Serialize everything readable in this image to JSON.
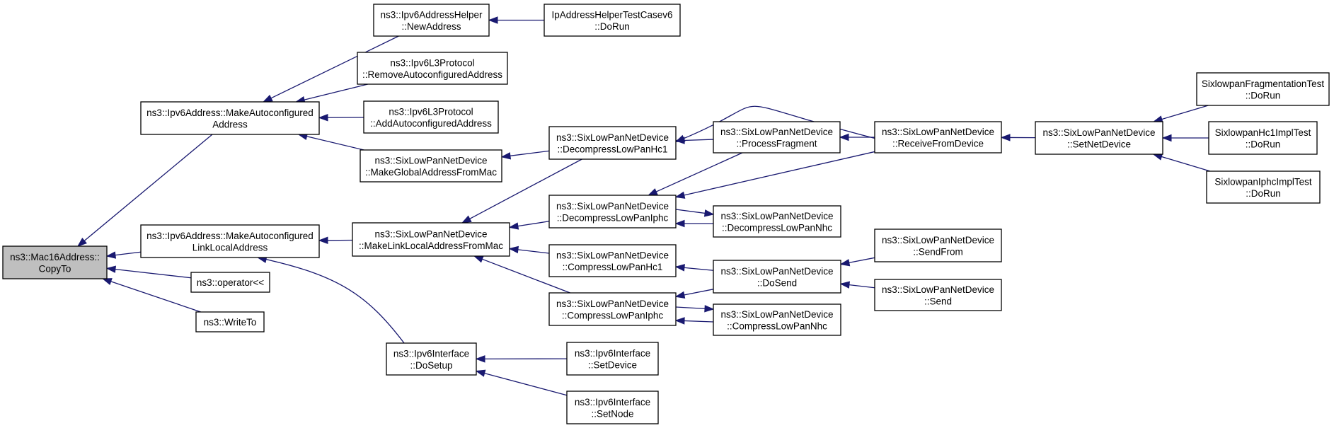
{
  "colors": {
    "edge": "#191970",
    "root_fill": "#bfbfbf",
    "node_fill": "#ffffff",
    "node_border": "#000000"
  },
  "nodes": [
    {
      "id": "root",
      "lines": [
        "ns3::Mac16Address::",
        "CopyTo"
      ]
    },
    {
      "id": "makeAuto",
      "lines": [
        "ns3::Ipv6Address::MakeAutoconfigured",
        "Address"
      ]
    },
    {
      "id": "makeAutoLL",
      "lines": [
        "ns3::Ipv6Address::MakeAutoconfigured",
        "LinkLocalAddress"
      ]
    },
    {
      "id": "opLL",
      "lines": [
        "ns3::operator<<"
      ]
    },
    {
      "id": "writeTo",
      "lines": [
        "ns3::WriteTo"
      ]
    },
    {
      "id": "helperNew",
      "lines": [
        "ns3::Ipv6AddressHelper",
        "::NewAddress"
      ]
    },
    {
      "id": "l3Remove",
      "lines": [
        "ns3::Ipv6L3Protocol",
        "::RemoveAutoconfiguredAddress"
      ]
    },
    {
      "id": "l3Add",
      "lines": [
        "ns3::Ipv6L3Protocol",
        "::AddAutoconfiguredAddress"
      ]
    },
    {
      "id": "makeGlobal",
      "lines": [
        "ns3::SixLowPanNetDevice",
        "::MakeGlobalAddressFromMac"
      ]
    },
    {
      "id": "makeLL",
      "lines": [
        "ns3::SixLowPanNetDevice",
        "::MakeLinkLocalAddressFromMac"
      ]
    },
    {
      "id": "ifDoSetup",
      "lines": [
        "ns3::Ipv6Interface",
        "::DoSetup"
      ]
    },
    {
      "id": "helperTest",
      "lines": [
        "IpAddressHelperTestCasev6",
        "::DoRun"
      ]
    },
    {
      "id": "decHc1",
      "lines": [
        "ns3::SixLowPanNetDevice",
        "::DecompressLowPanHc1"
      ]
    },
    {
      "id": "decIphc",
      "lines": [
        "ns3::SixLowPanNetDevice",
        "::DecompressLowPanIphc"
      ]
    },
    {
      "id": "compHc1",
      "lines": [
        "ns3::SixLowPanNetDevice",
        "::CompressLowPanHc1"
      ]
    },
    {
      "id": "compIphc",
      "lines": [
        "ns3::SixLowPanNetDevice",
        "::CompressLowPanIphc"
      ]
    },
    {
      "id": "ifSetDevice",
      "lines": [
        "ns3::Ipv6Interface",
        "::SetDevice"
      ]
    },
    {
      "id": "ifSetNode",
      "lines": [
        "ns3::Ipv6Interface",
        "::SetNode"
      ]
    },
    {
      "id": "procFrag",
      "lines": [
        "ns3::SixLowPanNetDevice",
        "::ProcessFragment"
      ]
    },
    {
      "id": "decNhc",
      "lines": [
        "ns3::SixLowPanNetDevice",
        "::DecompressLowPanNhc"
      ]
    },
    {
      "id": "doSend",
      "lines": [
        "ns3::SixLowPanNetDevice",
        "::DoSend"
      ]
    },
    {
      "id": "compNhc",
      "lines": [
        "ns3::SixLowPanNetDevice",
        "::CompressLowPanNhc"
      ]
    },
    {
      "id": "recvFrom",
      "lines": [
        "ns3::SixLowPanNetDevice",
        "::ReceiveFromDevice"
      ]
    },
    {
      "id": "sendFrom",
      "lines": [
        "ns3::SixLowPanNetDevice",
        "::SendFrom"
      ]
    },
    {
      "id": "send",
      "lines": [
        "ns3::SixLowPanNetDevice",
        "::Send"
      ]
    },
    {
      "id": "setNetDev",
      "lines": [
        "ns3::SixLowPanNetDevice",
        "::SetNetDevice"
      ]
    },
    {
      "id": "fragTest",
      "lines": [
        "SixlowpanFragmentationTest",
        "::DoRun"
      ]
    },
    {
      "id": "hc1Test",
      "lines": [
        "SixlowpanHc1ImplTest",
        "::DoRun"
      ]
    },
    {
      "id": "iphcTest",
      "lines": [
        "SixlowpanIphcImplTest",
        "::DoRun"
      ]
    }
  ],
  "edges": [
    [
      "makeAuto",
      "root"
    ],
    [
      "makeAutoLL",
      "root"
    ],
    [
      "opLL",
      "root"
    ],
    [
      "writeTo",
      "root"
    ],
    [
      "helperNew",
      "makeAuto"
    ],
    [
      "l3Remove",
      "makeAuto"
    ],
    [
      "l3Add",
      "makeAuto"
    ],
    [
      "makeGlobal",
      "makeAuto"
    ],
    [
      "helperTest",
      "helperNew"
    ],
    [
      "decHc1",
      "makeGlobal"
    ],
    [
      "makeLL",
      "makeAutoLL"
    ],
    [
      "ifDoSetup",
      "makeAutoLL"
    ],
    [
      "decHc1",
      "makeLL"
    ],
    [
      "decIphc",
      "makeLL"
    ],
    [
      "compHc1",
      "makeLL"
    ],
    [
      "compIphc",
      "makeLL"
    ],
    [
      "ifSetDevice",
      "ifDoSetup"
    ],
    [
      "ifSetNode",
      "ifDoSetup"
    ],
    [
      "procFrag",
      "decHc1"
    ],
    [
      "recvFrom",
      "decHc1"
    ],
    [
      "procFrag",
      "decIphc"
    ],
    [
      "recvFrom",
      "decIphc"
    ],
    [
      "decNhc",
      "decIphc"
    ],
    [
      "decIphc",
      "decNhc"
    ],
    [
      "doSend",
      "compHc1"
    ],
    [
      "doSend",
      "compIphc"
    ],
    [
      "compNhc",
      "compIphc"
    ],
    [
      "compIphc",
      "compNhc"
    ],
    [
      "recvFrom",
      "procFrag"
    ],
    [
      "sendFrom",
      "doSend"
    ],
    [
      "send",
      "doSend"
    ],
    [
      "setNetDev",
      "recvFrom"
    ],
    [
      "fragTest",
      "setNetDev"
    ],
    [
      "hc1Test",
      "setNetDev"
    ],
    [
      "iphcTest",
      "setNetDev"
    ]
  ]
}
